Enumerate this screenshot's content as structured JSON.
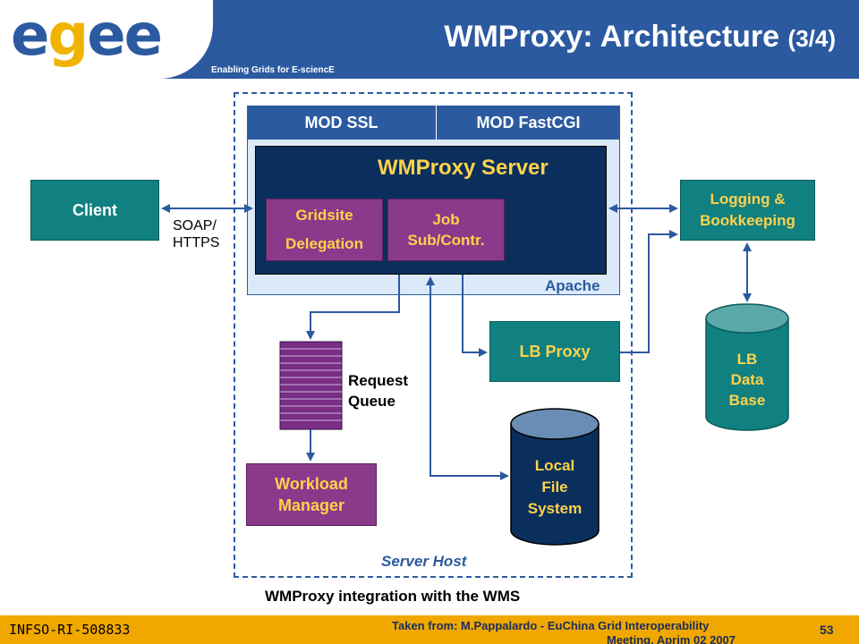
{
  "header": {
    "logo_letters": [
      "e",
      "g",
      "e",
      "e"
    ],
    "tagline": "Enabling Grids for E-sciencE",
    "title": "WMProxy: Architecture",
    "title_suffix": "(3/4)"
  },
  "diagram": {
    "mod_ssl": "MOD SSL",
    "mod_fastcgi": "MOD FastCGI",
    "wmproxy_server": "WMProxy Server",
    "gridsite_line1": "Gridsite",
    "gridsite_line2": "Delegation",
    "job_line1": "Job",
    "job_line2": "Sub/Contr.",
    "apache": "Apache",
    "client": "Client",
    "soap_line1": "SOAP/",
    "soap_line2": "HTTPS",
    "logging_line1": "Logging &",
    "logging_line2": "Bookkeeping",
    "lb_db_line1": "LB",
    "lb_db_line2": "Data",
    "lb_db_line3": "Base",
    "lb_proxy": "LB Proxy",
    "request_queue_line1": "Request",
    "request_queue_line2": "Queue",
    "workload_line1": "Workload",
    "workload_line2": "Manager",
    "local_fs_line1": "Local",
    "local_fs_line2": "File",
    "local_fs_line3": "System",
    "server_host": "Server Host",
    "caption": "WMProxy integration with the WMS"
  },
  "footer": {
    "project_id": "INFSO-RI-508833",
    "source_line1": "Taken from: M.Pappalardo - EuChina Grid Interoperability",
    "source_line2": "Meeting, Aprim 02 2007",
    "page_number": "53"
  },
  "colors": {
    "header_blue": "#2c5aa0",
    "teal": "#108080",
    "purple": "#8b3a8b",
    "navy": "#0a2f5c",
    "footer_orange": "#f0a800",
    "queue_purple": "#7a2e86"
  }
}
